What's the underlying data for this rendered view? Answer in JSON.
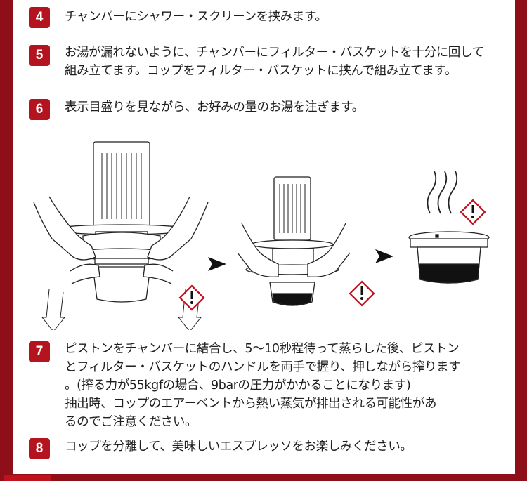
{
  "colors": {
    "frame": "#8e0f17",
    "badge": "#b3141d",
    "warning_red": "#c0121d"
  },
  "steps": [
    {
      "number": "4",
      "lines": [
        "チャンバーにシャワー・スクリーンを挟みます。"
      ]
    },
    {
      "number": "5",
      "lines": [
        "お湯が漏れないように、チャンバーにフィルター・バスケットを十分に回して",
        "組み立てます。コップをフィルター・バスケットに挟んで組み立てます。"
      ]
    },
    {
      "number": "6",
      "lines": [
        "表示目盛りを見ながら、お好みの量のお湯を注ぎます。"
      ]
    },
    {
      "number": "7",
      "lines": [
        "ピストンをチャンバーに結合し、5〜10秒程待って蒸らした後、ピストン",
        "とフィルター・バスケットのハンドルを両手で握り、押しながら搾ります",
        "。(搾る力が55kgfの場合、9barの圧力がかかることになります)",
        "抽出時、コップのエアーベントから熱い蒸気が排出される可能性があ",
        "るのでご注意ください。"
      ]
    },
    {
      "number": "8",
      "lines": [
        "コップを分離して、美味しいエスプレッソをお楽しみください。"
      ]
    }
  ],
  "icons": [
    "hand-press-illustration",
    "arrow-right-icon",
    "brewing-illustration",
    "arrow-right-icon",
    "espresso-cup-illustration",
    "hazard-warning-icon"
  ]
}
